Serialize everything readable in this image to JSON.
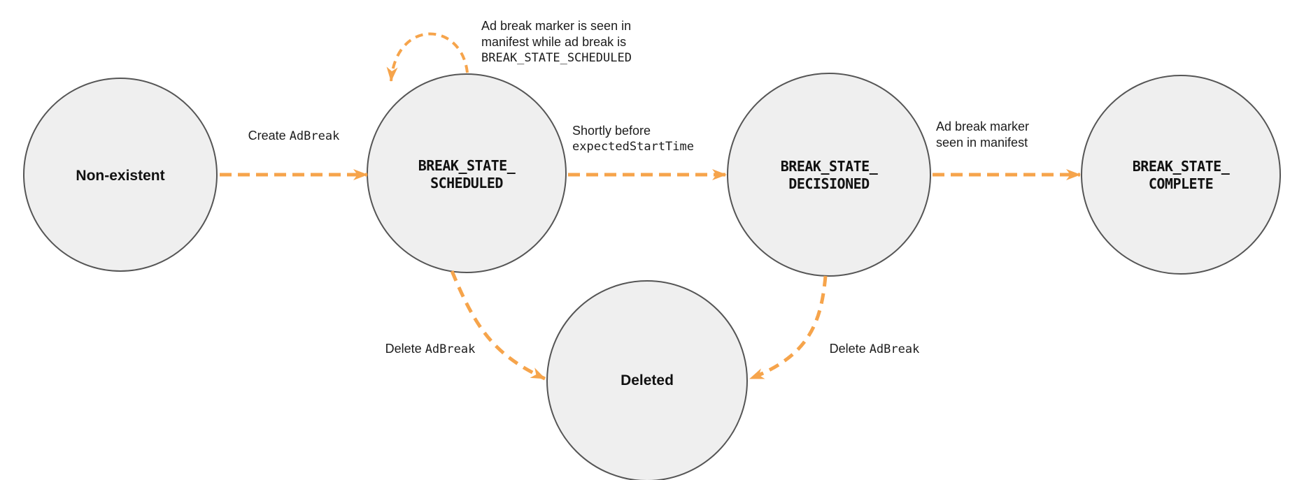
{
  "colors": {
    "arrow": "#F6A44B",
    "node_fill": "#EFEFEF",
    "node_stroke": "#555555",
    "label_text": "#1A1A1A"
  },
  "nodes": {
    "non_existent": {
      "label": "Non-existent"
    },
    "scheduled": {
      "line1": "BREAK_STATE_",
      "line2": "SCHEDULED"
    },
    "decisioned": {
      "line1": "BREAK_STATE_",
      "line2": "DECISIONED"
    },
    "complete": {
      "line1": "BREAK_STATE_",
      "line2": "COMPLETE"
    },
    "deleted": {
      "label": "Deleted"
    }
  },
  "edges": {
    "create": {
      "plain": "Create",
      "code": "AdBreak"
    },
    "self_loop": {
      "line1": "Ad break marker is seen in",
      "line2": "manifest while ad break is",
      "code": "BREAK_STATE_SCHEDULED"
    },
    "shortly_before": {
      "plain": "Shortly before",
      "code": "expectedStartTime"
    },
    "marker_seen": {
      "line1": "Ad break marker",
      "line2": "seen in manifest"
    },
    "delete_from_scheduled": {
      "plain": "Delete",
      "code": "AdBreak"
    },
    "delete_from_decisioned": {
      "plain": "Delete",
      "code": "AdBreak"
    }
  }
}
